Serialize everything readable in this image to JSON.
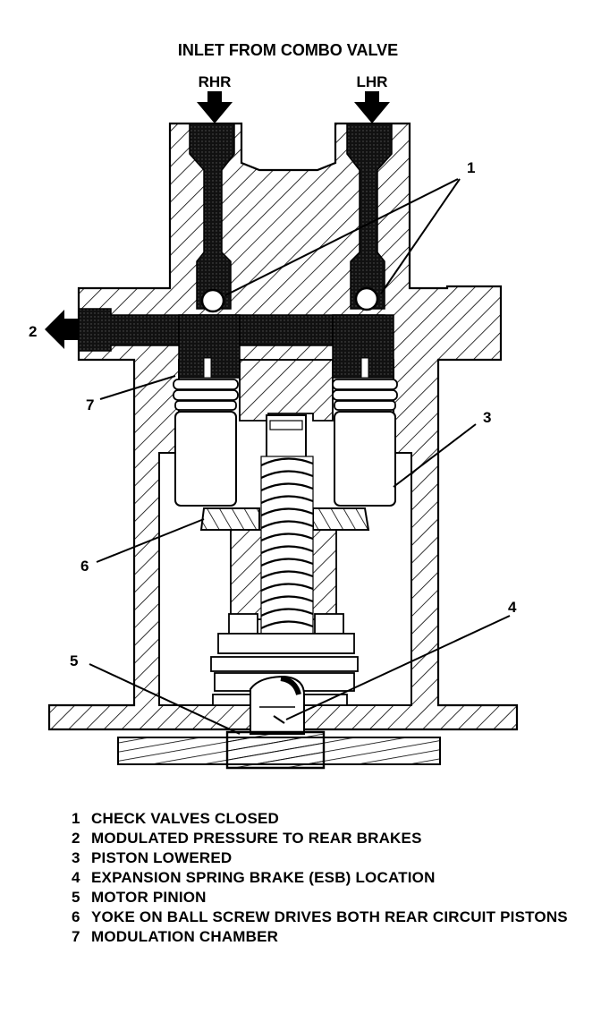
{
  "title": "INLET FROM COMBO VALVE",
  "inlets": {
    "left": "RHR",
    "right": "LHR"
  },
  "callouts": [
    "1",
    "2",
    "3",
    "4",
    "5",
    "6",
    "7"
  ],
  "legend": [
    {
      "num": "1",
      "text": "CHECK VALVES CLOSED"
    },
    {
      "num": "2",
      "text": "MODULATED PRESSURE TO REAR BRAKES"
    },
    {
      "num": "3",
      "text": "PISTON LOWERED"
    },
    {
      "num": "4",
      "text": "EXPANSION SPRING BRAKE (ESB) LOCATION"
    },
    {
      "num": "5",
      "text": "MOTOR PINION"
    },
    {
      "num": "6",
      "text": "YOKE ON BALL SCREW DRIVES BOTH REAR CIRCUIT PISTONS"
    },
    {
      "num": "7",
      "text": "MODULATION CHAMBER"
    }
  ]
}
